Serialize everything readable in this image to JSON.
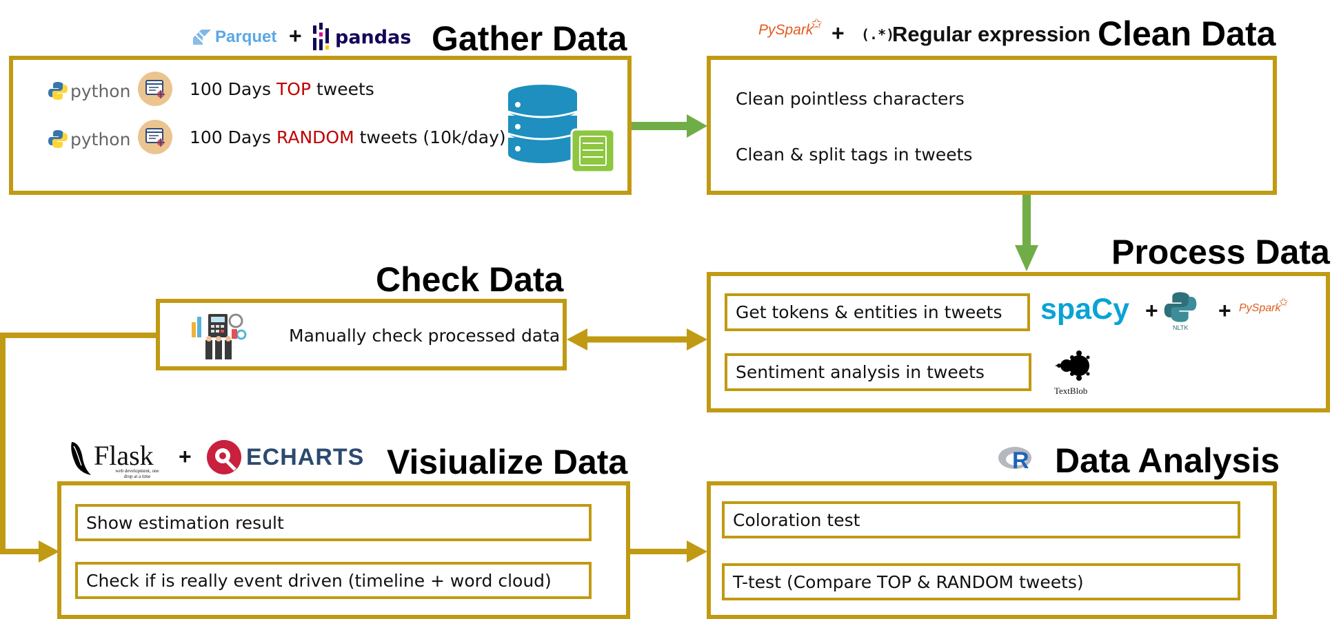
{
  "colors": {
    "border": "#C09A12",
    "green_arrow": "#70AD47",
    "highlight": "#C00000"
  },
  "gather": {
    "title": "Gather Data",
    "logo_parquet": "Parquet",
    "logo_pandas": "pandas",
    "plus": "+",
    "rows": [
      {
        "logo": "python",
        "icon": "web-crawler-icon",
        "pre": "100 Days ",
        "highlight": "TOP",
        "post": " tweets"
      },
      {
        "logo": "python",
        "icon": "web-crawler-icon",
        "pre": "100 Days ",
        "highlight": "RANDOM",
        "post": " tweets (10k/day)"
      }
    ],
    "db_icon": "database-icon"
  },
  "clean": {
    "title": "Clean Data",
    "logo_pyspark": "PySpark",
    "plus": "+",
    "regex_symbol": "(.*)",
    "regex_label": "Regular expression",
    "items": [
      "Clean pointless characters",
      "Clean & split tags in tweets"
    ]
  },
  "process": {
    "title": "Process Data",
    "items": [
      "Get tokens & entities in tweets",
      "Sentiment analysis in tweets"
    ],
    "logo_spacy": "spaCy",
    "logo_nltk": "NLTK",
    "logo_pyspark": "PySpark",
    "logo_textblob": "TextBlob",
    "plus": "+"
  },
  "check": {
    "title": "Check Data",
    "label": "Manually check processed data",
    "icon": "calculator-icon"
  },
  "visualize": {
    "title": "Visiualize Data",
    "logo_flask": "Flask",
    "logo_flask_tag": "web development, one drop at a time",
    "logo_echarts": "ECHARTS",
    "plus": "+",
    "items": [
      "Show estimation result",
      "Check if is really event driven (timeline + word cloud)"
    ]
  },
  "analysis": {
    "title": "Data Analysis",
    "logo_r": "R",
    "items": [
      "Coloration test",
      "T-test (Compare TOP & RANDOM tweets)"
    ]
  }
}
